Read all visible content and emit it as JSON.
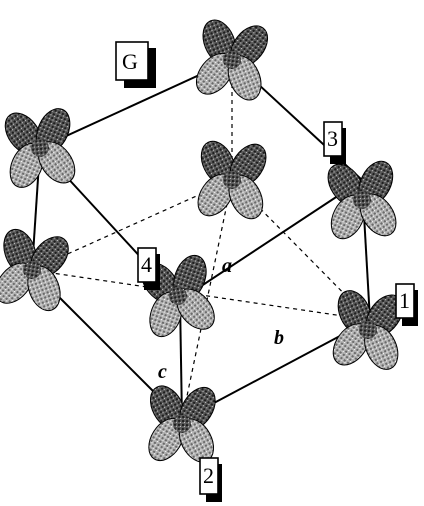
{
  "figure": {
    "site_labels": {
      "G": "G",
      "one": "1",
      "two": "2",
      "three": "3",
      "four": "4"
    },
    "axis_labels": {
      "a": "a",
      "b": "b",
      "c": "c"
    }
  }
}
